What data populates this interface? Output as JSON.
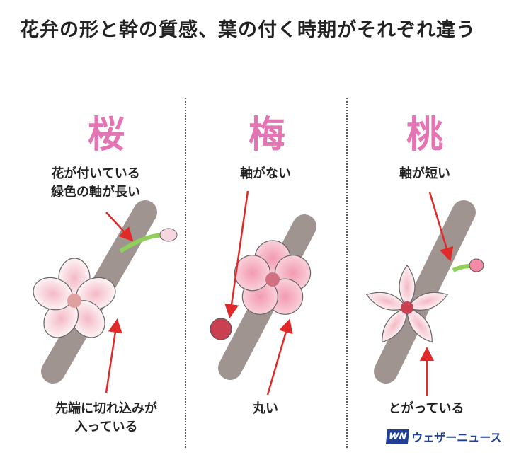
{
  "title": "花弁の形と幹の質感、葉の付く時期がそれぞれ違う",
  "columns": [
    {
      "name": "桜",
      "top_label": [
        "花が付いている",
        "緑色の軸が長い"
      ],
      "bottom_label": [
        "先端に切れ込みが",
        "入っている"
      ]
    },
    {
      "name": "梅",
      "top_label": [
        "軸がない"
      ],
      "bottom_label": [
        "丸い"
      ]
    },
    {
      "name": "桃",
      "top_label": [
        "軸が短い"
      ],
      "bottom_label": [
        "とがっている"
      ]
    }
  ],
  "logo": {
    "mark": "WN",
    "text": "ウェザーニュース"
  },
  "colors": {
    "heading": "#e574b4",
    "arrow": "#e02a2a",
    "branch": "#9c8f8a",
    "logo": "#1f3f98"
  }
}
